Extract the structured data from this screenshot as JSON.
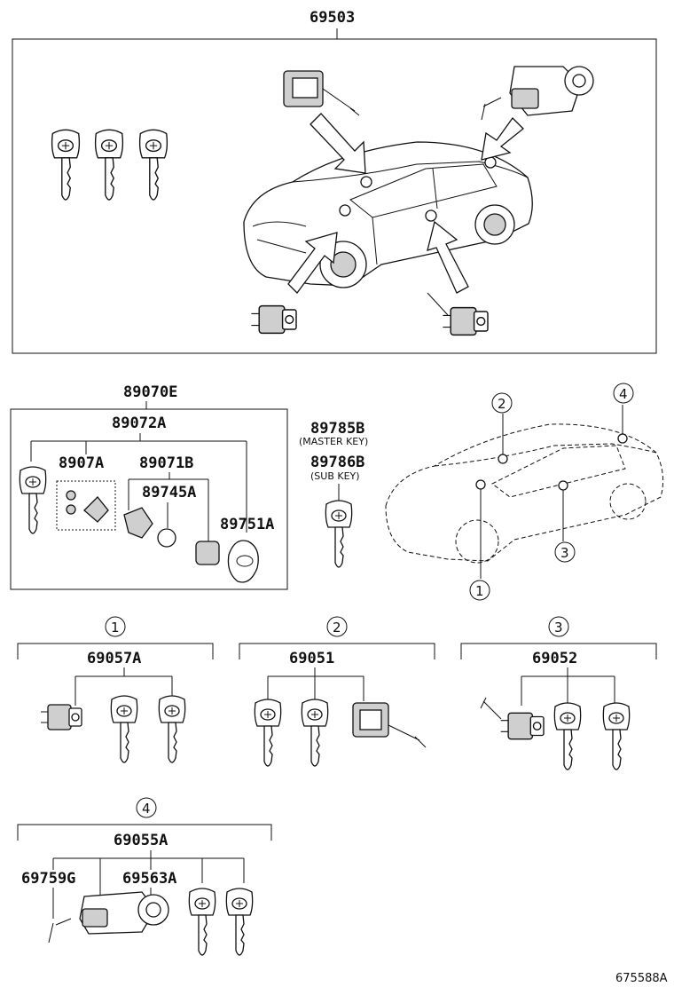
{
  "labels": {
    "main_assembly": "69503",
    "transmitter_assembly": "89070E",
    "transmitter_housing": "89072A",
    "case_cover": "8907A",
    "transmitter_sub": "89071B",
    "battery": "89745A",
    "key_plate": "89751A",
    "master_key_pn": "89785B",
    "master_key_note": "(MASTER KEY)",
    "sub_key_pn": "89786B",
    "sub_key_note": "(SUB KEY)",
    "kit1_pn": "69057A",
    "kit2_pn": "69051",
    "kit3_pn": "69052",
    "kit4_pn": "69055A",
    "kit4_sub_a": "69759G",
    "kit4_sub_b": "69563A",
    "figure_ref": "675588A"
  },
  "callouts": {
    "c1": "1",
    "c2": "2",
    "c3": "3",
    "c4": "4"
  },
  "colors": {
    "line": "#111111",
    "background": "#ffffff",
    "part_shade": "#cfcfcf"
  }
}
